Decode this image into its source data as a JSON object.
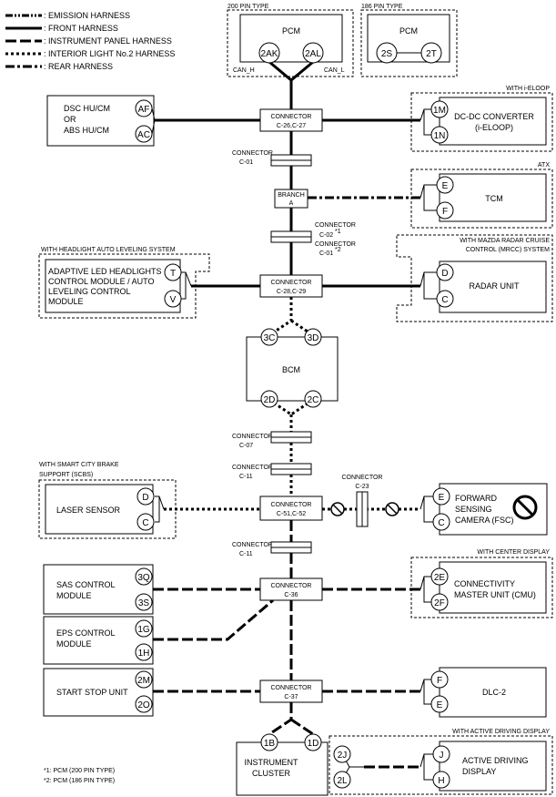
{
  "legend": {
    "emission": ": EMISSION HARNESS",
    "front": ": FRONT HARNESS",
    "instrument_panel": ": INSTRUMENT PANEL HARNESS",
    "interior_light": ": INTERIOR LIGHT No.2 HARNESS",
    "rear": ": REAR HARNESS"
  },
  "groups": {
    "pin200": "200 PIN TYPE",
    "pin186": "186 PIN TYPE",
    "ieloop": "WITH i-ELOOP",
    "atx": "ATX",
    "headlight_1": "WITH HEADLIGHT AUTO LEVELING SYSTEM",
    "mrcc_1": "WITH MAZDA RADAR CRUISE",
    "mrcc_2": "CONTROL (MRCC) SYSTEM",
    "scbs_1": "WITH SMART CITY BRAKE",
    "scbs_2": "SUPPORT (SCBS)",
    "center_display": "WITH CENTER DISPLAY",
    "active_display": "WITH ACTIVE DRIVING DISPLAY"
  },
  "units": {
    "pcm200": "PCM",
    "pcm186": "PCM",
    "can_h": "CAN_H",
    "can_l": "CAN_L",
    "dsc_1": "DSC HU/CM",
    "dsc_2": "OR",
    "dsc_3": "ABS HU/CM",
    "dcdc_1": "DC-DC CONVERTER",
    "dcdc_2": "(i-ELOOP)",
    "tcm": "TCM",
    "headlight_1": "ADAPTIVE LED HEADLIGHTS",
    "headlight_2": "CONTROL MODULE / AUTO",
    "headlight_3": "LEVELING CONTROL",
    "headlight_4": "MODULE",
    "radar": "RADAR UNIT",
    "bcm": "BCM",
    "laser": "LASER SENSOR",
    "fsc_1": "FORWARD",
    "fsc_2": "SENSING",
    "fsc_3": "CAMERA (FSC)",
    "sas_1": "SAS CONTROL",
    "sas_2": "MODULE",
    "cmu_1": "CONNECTIVITY",
    "cmu_2": "MASTER UNIT (CMU)",
    "eps_1": "EPS CONTROL",
    "eps_2": "MODULE",
    "start_stop": "START STOP UNIT",
    "dlc2": "DLC-2",
    "cluster_1": "INSTRUMENT",
    "cluster_2": "CLUSTER",
    "add_1": "ACTIVE DRIVING",
    "add_2": "DISPLAY"
  },
  "connectors": {
    "c26_1": "CONNECTOR",
    "c26_2": "C-26,C-27",
    "c01_1": "CONNECTOR",
    "c01_2": "C-01",
    "branch_1": "BRANCH",
    "branch_2": "A",
    "c02_1": "CONNECTOR",
    "c02_2": "C-02",
    "c02_3": "CONNECTOR",
    "c02_4": "C-01",
    "sup1": "*1",
    "sup2": "*2",
    "c28_1": "CONNECTOR",
    "c28_2": "C-28,C-29",
    "c07_1": "CONNECTOR",
    "c07_2": "C-07",
    "c11a_1": "CONNECTOR",
    "c11a_2": "C-11",
    "c23_1": "CONNECTOR",
    "c23_2": "C-23",
    "c51_1": "CONNECTOR",
    "c51_2": "C-51,C-52",
    "c11b_1": "CONNECTOR",
    "c11b_2": "C-11",
    "c36_1": "CONNECTOR",
    "c36_2": "C-36",
    "c37_1": "CONNECTOR",
    "c37_2": "C-37"
  },
  "pins": {
    "p2AK": "2AK",
    "p2AL": "2AL",
    "p2S": "2S",
    "p2T": "2T",
    "pAF": "AF",
    "pAC": "AC",
    "p1M": "1M",
    "p1N": "1N",
    "pTE": "E",
    "pTF": "F",
    "pHT": "T",
    "pHV": "V",
    "pRD": "D",
    "pRC": "C",
    "p3C": "3C",
    "p3D": "3D",
    "p2D": "2D",
    "p2C": "2C",
    "pLD": "D",
    "pLC": "C",
    "pFE": "E",
    "pFC": "C",
    "p3Q": "3Q",
    "p3S": "3S",
    "p2E": "2E",
    "p2F": "2F",
    "p1G": "1G",
    "p1H": "1H",
    "p2M": "2M",
    "p2O": "2O",
    "pDF": "F",
    "pDE": "E",
    "p1B": "1B",
    "p1D": "1D",
    "p2J": "2J",
    "p2L": "2L",
    "pAJ": "J",
    "pAH": "H"
  },
  "footnotes": {
    "n1": "*1: PCM (200 PIN TYPE)",
    "n2": "*2: PCM (186 PIN TYPE)"
  }
}
